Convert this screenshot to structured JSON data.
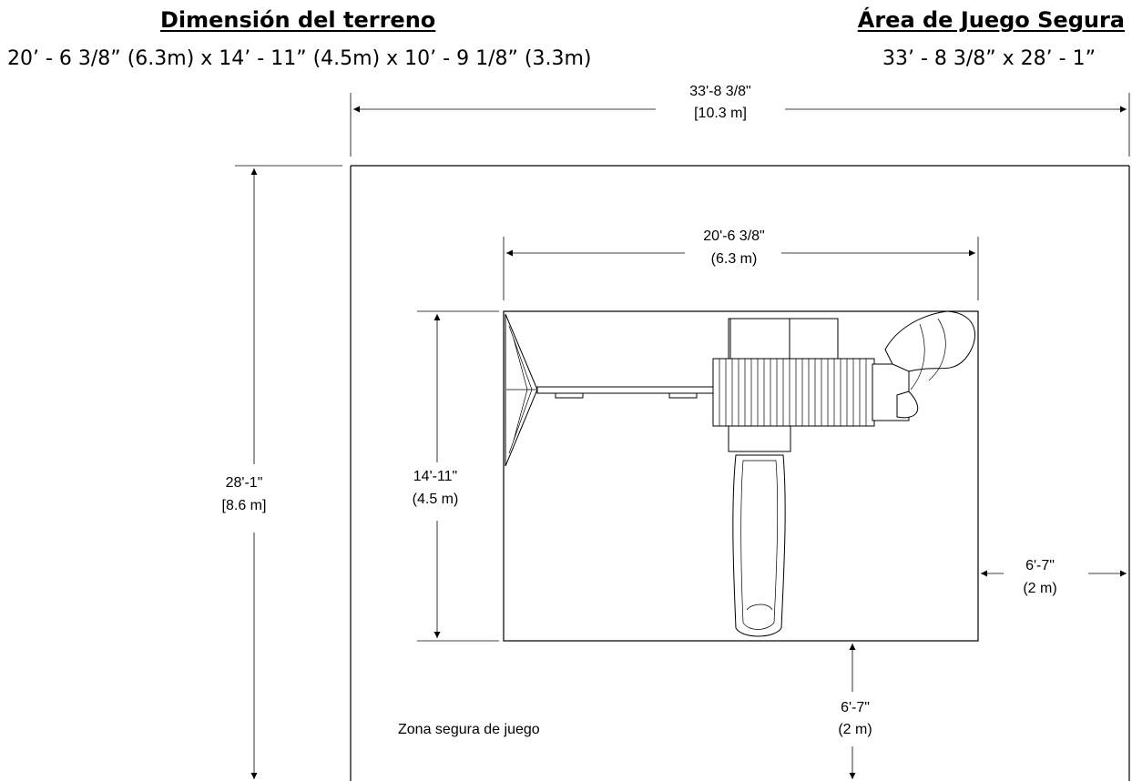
{
  "header": {
    "left_title": "Dimensión del terreno",
    "left_subtitle": "20’ - 6 3/8” (6.3m) x 14’ - 11” (4.5m) x 10’ - 9 1/8” (3.3m)",
    "right_title": "Área de Juego Segura",
    "right_subtitle": "33’ - 8 3/8” x 28’ - 1”"
  },
  "dimensions": {
    "safe_width": {
      "line1": "33'-8 3/8\"",
      "line2": "[10.3 m]"
    },
    "safe_depth": {
      "line1": "28'-1\"",
      "line2": "[8.6 m]"
    },
    "footprint_width": {
      "line1": "20'-6 3/8\"",
      "line2": "(6.3 m)"
    },
    "footprint_depth": {
      "line1": "14'-11\"",
      "line2": "(4.5 m)"
    },
    "clearance_side": {
      "line1": "6'-7\"",
      "line2": "(2 m)"
    },
    "clearance_front": {
      "line1": "6'-7\"",
      "line2": "(2 m)"
    }
  },
  "zone_label": "Zona segura de juego"
}
